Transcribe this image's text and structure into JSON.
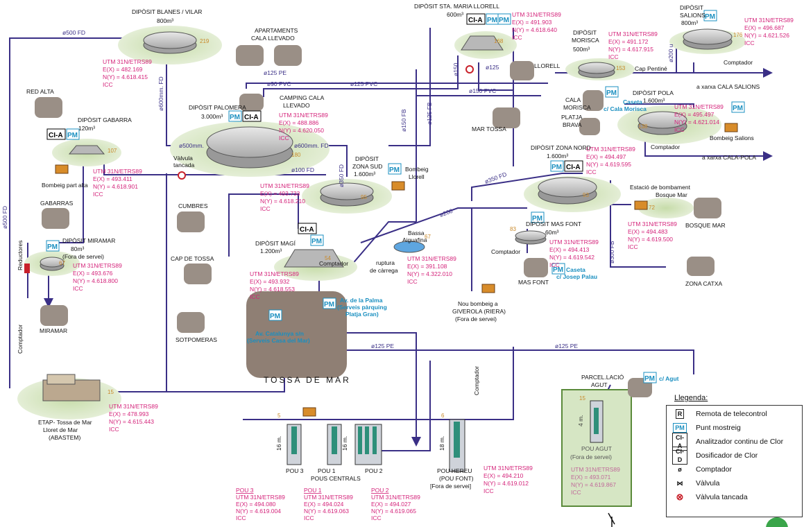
{
  "deposits": {
    "blanes": {
      "name": "DIPÒSIT BLANES / VILAR",
      "cap": "800m³",
      "coords": [
        "UTM 31N/ETRS89",
        "E(X) =   482.169",
        "N(Y) = 4.618.415",
        "ICC"
      ],
      "level": "219"
    },
    "palomera": {
      "name": "DIPÒSIT PALOMERA",
      "cap": "3.000m³",
      "coords": [
        "UTM 31N/ETRS89",
        "E(X) =   488.886",
        "N(Y) = 4.620.050",
        "ICC"
      ],
      "level": "180"
    },
    "gabarra": {
      "name": "DIPÒSIT GABARRA",
      "cap": "120m³",
      "coords": [
        "UTM 31N/ETRS89",
        "E(X) =   493.411",
        "N(Y) = 4.618.901",
        "ICC"
      ],
      "level": "107"
    },
    "miramar": {
      "name": "DIPÒSIT MIRAMAR",
      "cap": "80m³",
      "note": "(Fora de servei)",
      "coords": [
        "UTM 31N/ETRS89",
        "E(X) =   493.676",
        "N(Y) = 4.618.800",
        "ICC"
      ],
      "level": "67"
    },
    "zonasud": {
      "name": "DIPÒSIT",
      "name2": "ZONA SUD",
      "cap": "1.600m³",
      "coords": [
        "UTM 31N/ETRS89",
        "E(X) =   493.733",
        "N(Y) = 4.618.210",
        "ICC"
      ],
      "level": "95"
    },
    "magi": {
      "name": "DIPÒSIT MAGÍ",
      "cap": "1.200m³",
      "coords": [
        "UTM 31N/ETRS89",
        "E(X) =   493.932",
        "N(Y) = 4.618.553",
        "ICC"
      ],
      "level": "54"
    },
    "stamaria": {
      "name": "DIPÒSIT STA. MARIA LLORELL",
      "cap": "600m³",
      "coords": [
        "UTM 31N/ETRS89",
        "E(X) =   491.903",
        "N(Y) = 4.618.640",
        "ICC"
      ],
      "level": "168"
    },
    "morisca": {
      "name": "DIPÒSIT",
      "name2": "MORISCA",
      "cap": "500m³",
      "coords": [
        "UTM 31N/ETRS89",
        "E(X) =   491.172",
        "N(Y) = 4.617.915",
        "ICC"
      ],
      "level": "153"
    },
    "salions": {
      "name": "DIPÒSIT",
      "name2": "SALIONS",
      "cap": "800m³",
      "coords": [
        "UTM 31N/ETRS89",
        "E(X) =   496.687",
        "N(Y) = 4.621.526",
        "ICC"
      ],
      "level": "176"
    },
    "pola": {
      "name": "DIPÒSIT POLA",
      "cap": "1.600m³",
      "coords": [
        "UTM 31N/ETRS89",
        "E(X) =   495.497",
        "N(Y) = 4.621.014",
        "ICC"
      ],
      "level": "138"
    },
    "zonanord": {
      "name": "DIPÒSIT ZONA NORD",
      "cap": "1.600m³",
      "coords": [
        "UTM 31N/ETRS89",
        "E(X) =   494.497",
        "N(Y) = 4.619.595",
        "ICC"
      ],
      "level": "93"
    },
    "masfont": {
      "name": "DIPÒSIT MAS FONT",
      "cap": "60m³",
      "coords": [
        "UTM 31N/ETRS89",
        "E(X) =   494.413",
        "N(Y) = 4.619.542",
        "ICC"
      ],
      "level": "83"
    }
  },
  "etap": {
    "name": "ETAP- Tossa de Mar",
    "line2": "Lloret de Mar",
    "line3": "(ABASTEM)",
    "coords": [
      "UTM 31N/ETRS89",
      "E(X) =   478.993",
      "N(Y) = 4.615.443",
      "ICC"
    ],
    "level": "15"
  },
  "bosque": {
    "name": "Estació de bombament",
    "name2": "Bosque Mar",
    "coords": [
      "UTM 31N/ETRS89",
      "E(X) =   494.483",
      "N(Y) = 4.619.500",
      "ICC"
    ],
    "level": "72"
  },
  "bassa": {
    "name": "Bassa",
    "name2": "Aiguafina",
    "coords": [
      "UTM 31N/ETRS89",
      "E(X) =   391.108",
      "N(Y) = 4.322.010",
      "ICC"
    ],
    "level": "67"
  },
  "wells": {
    "pou3": {
      "label": "POU 3",
      "coords": [
        "POU 3",
        "UTM 31N/ETRS89",
        "E(X) =   494.080",
        "N(Y) = 4.619.004",
        "ICC"
      ]
    },
    "pou1": {
      "label": "POU 1",
      "coords": [
        "POU 1",
        "UTM 31N/ETRS89",
        "E(X) =   494.024",
        "N(Y) = 4.619.063",
        "ICC"
      ]
    },
    "pou2": {
      "label": "POU 2",
      "coords": [
        "POU 2",
        "UTM 31N/ETRS89",
        "E(X) =   494.027",
        "N(Y) = 4.619.065",
        "ICC"
      ]
    },
    "centrals": "POUS CENTRALS",
    "hereu": {
      "label": "POU HEREU",
      "label2": "(POU FONT)",
      "note": "[Fora de servei]",
      "coords": [
        "UTM 31N/ETRS89",
        "E(X) =   494.210",
        "N(Y) = 4.619.012",
        "ICC"
      ],
      "level": "6"
    },
    "agut": {
      "label": "POU AGUT",
      "note": "(Fora de servei)",
      "coords": [
        "UTM 31N/ETRS89",
        "E(X) =   493.071",
        "N(Y) = 4.619.867",
        "ICC"
      ],
      "level": "15",
      "depth": "4 m."
    },
    "depth16": "16 m.",
    "depth18": "18 m.",
    "level_centrals": "5"
  },
  "places": {
    "apartaments": "APARTAMENTS",
    "cala_llevado": "CALA LLEVADO",
    "camping": "CAMPING CALA",
    "camping2": "LLEVADO",
    "red_alta": "RED ALTA",
    "gabarras": "GABARRAS",
    "miramar": "MIRAMAR",
    "cumbres": "CUMBRES",
    "cap_tossa": "CAP DE TOSSA",
    "sotpomeras": "SOTPOMERAS",
    "llorell": "LLORELL",
    "mar_tossa": "MAR TOSSA",
    "cala_morisca": "CALA",
    "cala_morisca2": "MORISCA",
    "platja_brava": "PLATJA",
    "platja_brava2": "BRAVA",
    "bosque_mar": "BOSQUE MAR",
    "zona_catxa": "ZONA CATXA",
    "mas_font": "MAS FONT",
    "tossa": "TOSSA DE MAR",
    "parcel": "PARCEL.LACIÓ",
    "parcel2": "AGUT",
    "cap_pentine": "Cap Pentiné"
  },
  "pumps": {
    "part_alta": "Bombeig part alta",
    "llorell": "Bombeig",
    "llorell2": "Llorell",
    "salions": "Bombeig Salions",
    "nou1": "Nou bombeig a",
    "nou2": "GIVEROLA (RIERA)",
    "nou3": "(Fora de servei)"
  },
  "pipes": {
    "p500_top": "ø500 FD",
    "p500_side1": "ø500 FD",
    "p600_vert": "ø600mm. FD",
    "p600_a": "ø500mm.",
    "p600_b": "ø600mm. FD",
    "p100": "ø100 FD",
    "p350_sud": "ø350 FD",
    "p125pe_ap": "ø125 PE",
    "p90": "ø90 PVC",
    "p125pvc": "ø125 PVC",
    "p150pvc": "ø150 PVC",
    "p150fb": "ø150 FB",
    "p125fb": "ø125 FB",
    "p150_llo": "ø150",
    "p125_llo": "ø125",
    "p200u": "ø200 u",
    "p350_nord": "ø350 FD",
    "p200": "ø200",
    "p300": "ø300 FB",
    "p125pe_a": "ø125 PE",
    "p125pe_b": "ø125 PE"
  },
  "devices": {
    "cia": "CI-A",
    "pm": "PM",
    "valv_tancada": "Vàlvula",
    "valv_tancada2": "tancada",
    "reductores": "Reductores",
    "comptador": "Comptador",
    "ruptura": "ruptura",
    "ruptura2": "de càrrega"
  },
  "outlets": {
    "cala_salions": "a xarxa CALA SALIONS",
    "cala_pola": "a xarxa CALA-POLA"
  },
  "sample_points": {
    "morisca": "Caseta",
    "morisca2": "c/ Cala Morisca",
    "josep": "Caseta",
    "josep2": "c/ Josep Palau",
    "palma": "Av. de la Palma",
    "palma2": "(Serveis pàrquing",
    "palma3": "Platja Gran)",
    "catalunya": "Av. Catalunya s/n",
    "catalunya2": "(Serveis Casa del Mar)",
    "agut": "c/ Agut"
  },
  "legend": {
    "title": "Llegenda:",
    "items": [
      {
        "sym": "R",
        "label": "Remota de telecontrol"
      },
      {
        "sym": "PM",
        "label": "Punt mostreig"
      },
      {
        "sym": "CI-A",
        "label": "Analitzador continu de Clor"
      },
      {
        "sym": "CI-D",
        "label": "Dosificador de Clor"
      },
      {
        "sym": "ø",
        "label": "Comptador"
      },
      {
        "sym": "⋈",
        "label": "Vàlvula"
      },
      {
        "sym": "⊗",
        "label": "Vàlvula tancada"
      }
    ]
  },
  "colors": {
    "pipe": "#3a2f86",
    "coord": "#d4237a",
    "pm": "#1a8fc0",
    "level": "#c9892a",
    "green": "#d6e6c4",
    "red": "#c8202a"
  }
}
